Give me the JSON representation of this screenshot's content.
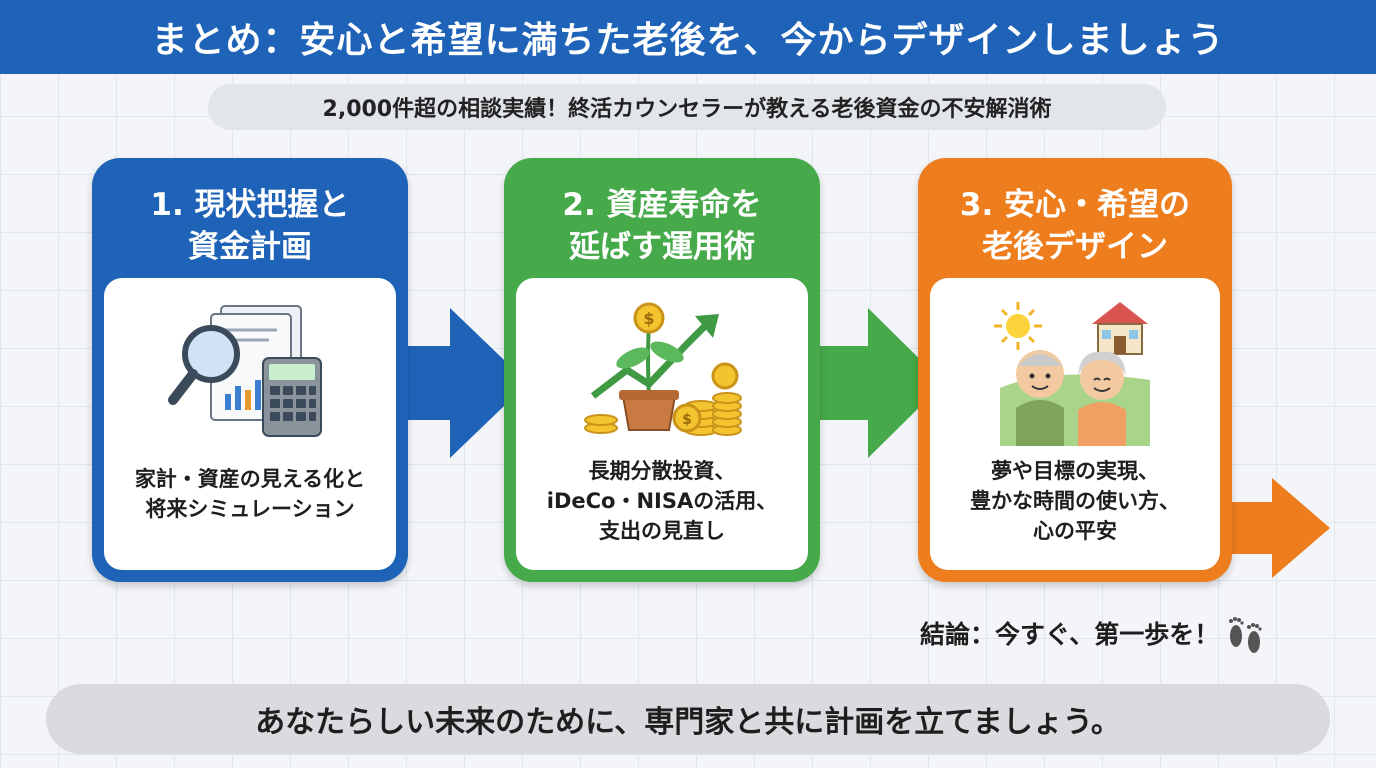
{
  "header": {
    "title": "まとめ：安心と希望に満ちた老後を、今からデザインしましょう"
  },
  "subtitle": "2,000件超の相談実績！終活カウンセラーが教える老後資金の不安解消術",
  "steps": [
    {
      "title_line1": "1. 現状把握と",
      "title_line2": "資金計画",
      "text_line1": "家計・資産の見える化と",
      "text_line2": "将来シミュレーション",
      "text_line3": "",
      "color": "#1f63b8",
      "icon": "magnifier-calculator-icon"
    },
    {
      "title_line1": "2. 資産寿命を",
      "title_line2": "延ばす運用術",
      "text_line1": "長期分散投資、",
      "text_line2": "iDeCo・NISAの活用、",
      "text_line3": "支出の見直し",
      "color": "#46a94a",
      "icon": "money-plant-growth-icon"
    },
    {
      "title_line1": "3. 安心・希望の",
      "title_line2": "老後デザイン",
      "text_line1": "夢や目標の実現、",
      "text_line2": "豊かな時間の使い方、",
      "text_line3": "心の平安",
      "color": "#ee7e1d",
      "icon": "elderly-couple-home-icon"
    }
  ],
  "conclusion": {
    "text": "結論：今すぐ、第一歩を！",
    "icon": "footprints-icon"
  },
  "footer": {
    "message": "あなたらしい未来のために、専門家と共に計画を立てましょう。"
  }
}
